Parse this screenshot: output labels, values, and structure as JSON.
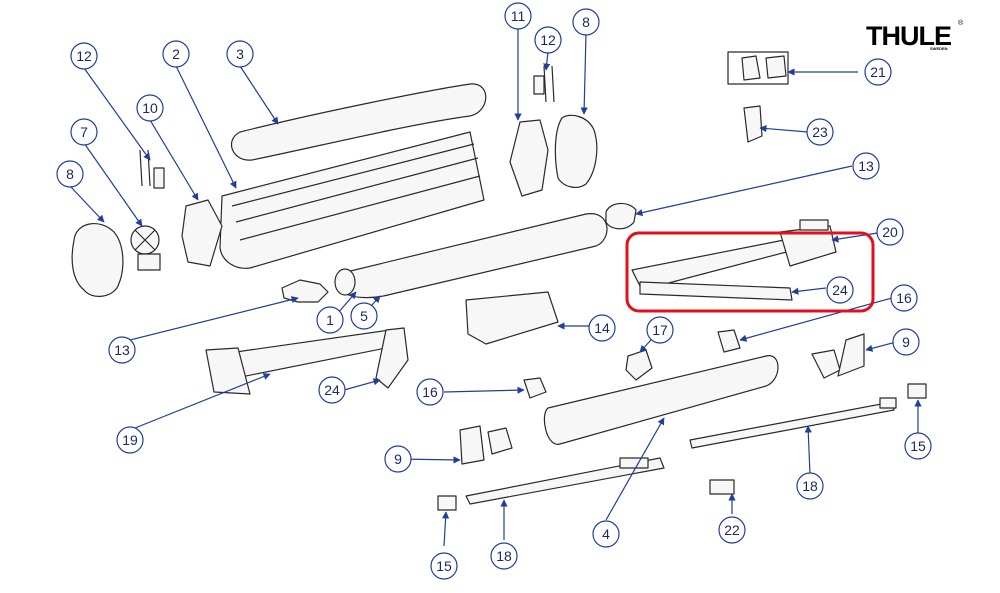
{
  "brand": {
    "name": "THULE",
    "tagline": "SWEDEN",
    "mark": "®"
  },
  "colors": {
    "callout": "#1f3f9a",
    "highlight": "#e0101c",
    "line": "#2a2a2a"
  },
  "highlight": {
    "label": "24"
  },
  "callouts": [
    "1",
    "2",
    "3",
    "4",
    "5",
    "7",
    "8",
    "8",
    "9",
    "9",
    "10",
    "11",
    "12",
    "12",
    "13",
    "13",
    "14",
    "15",
    "15",
    "16",
    "16",
    "17",
    "18",
    "18",
    "19",
    "20",
    "21",
    "22",
    "23",
    "24",
    "24"
  ]
}
